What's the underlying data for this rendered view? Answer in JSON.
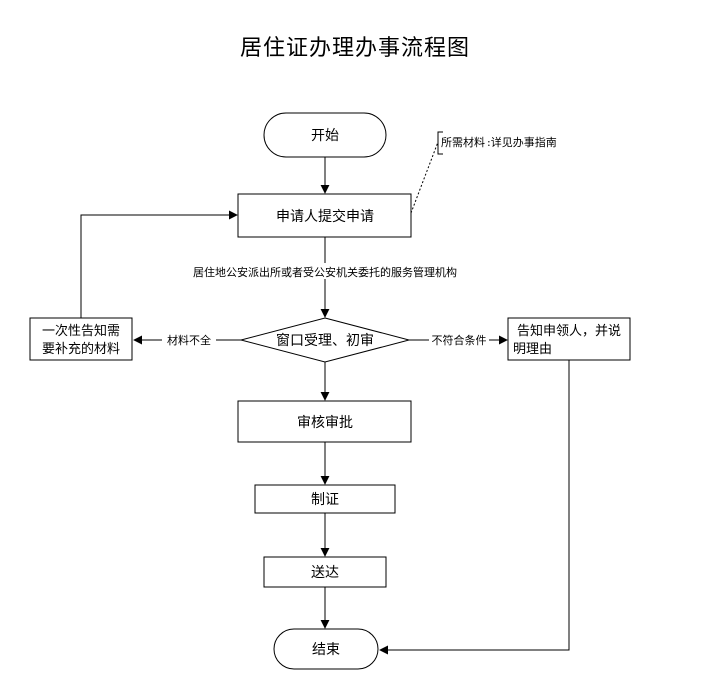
{
  "title": "居住证办理办事流程图",
  "nodes": {
    "start": "开始",
    "submit": "申请人提交申请",
    "review": "窗口受理、初审",
    "approve": "审核审批",
    "produce": "制证",
    "deliver": "送达",
    "end": "结束",
    "supplement": [
      "一次性告知需",
      "要补充的材料"
    ],
    "reject": [
      "告知申领人，并说",
      "明理由"
    ]
  },
  "annotations": {
    "materials_key": "所需材料",
    "materials_value": ":详见办事指南",
    "agency": "居住地公安派出所或者受公安机关委托的服务管理机构"
  },
  "edge_labels": {
    "incomplete": "材料不全",
    "ineligible": "不符合条件"
  }
}
